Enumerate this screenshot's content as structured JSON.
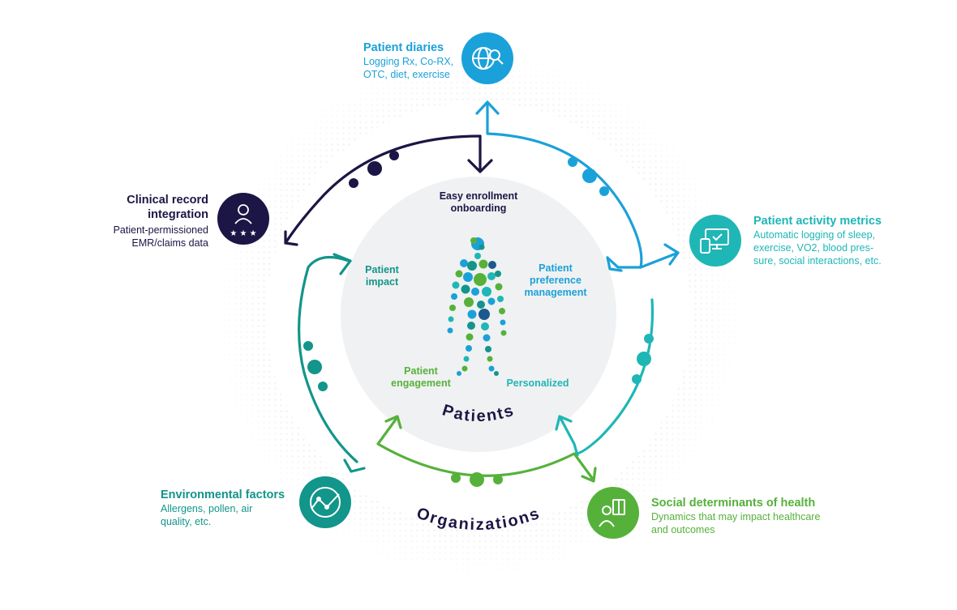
{
  "colors": {
    "navy": "#1b1645",
    "blue": "#1ba1d9",
    "teal": "#1fb6b6",
    "deep_teal": "#12958a",
    "green": "#56b13b",
    "light_gray": "#f0f1f2"
  },
  "center": {
    "top_label": "Easy enrollment onboarding",
    "top_label_line1": "Easy enrollment",
    "top_label_line2": "onboarding",
    "left_label_line1": "Patient",
    "left_label_line2": "impact",
    "right_label_line1": "Patient",
    "right_label_line2": "preference",
    "right_label_line3": "management",
    "bottom_left_line1": "Patient",
    "bottom_left_line2": "engagement",
    "bottom_right": "Personalized",
    "patients": "Patients",
    "organizations": "Organizations"
  },
  "nodes": {
    "patient_diaries": {
      "title": "Patient diaries",
      "desc_line1": "Logging Rx, Co-RX,",
      "desc_line2": "OTC, diet, exercise",
      "icon": "globe-search-icon"
    },
    "activity_metrics": {
      "title": "Patient activity metrics",
      "desc_line1": "Automatic logging of sleep,",
      "desc_line2": "exercise, VO2, blood pres-",
      "desc_line3": "sure, social interactions, etc.",
      "icon": "monitor-checklist-icon"
    },
    "social_determinants": {
      "title": "Social determinants of health",
      "desc_line1": "Dynamics that may impact healthcare",
      "desc_line2": "and outcomes",
      "icon": "person-map-icon"
    },
    "environmental": {
      "title": "Environmental factors",
      "desc_line1": "Allergens, pollen, air",
      "desc_line2": "quality, etc.",
      "icon": "line-chart-circle-icon"
    },
    "clinical": {
      "title_line1": "Clinical record",
      "title_line2": "integration",
      "desc_line1": "Patient-permissioned",
      "desc_line2": "EMR/claims data",
      "icon": "person-rating-icon"
    }
  }
}
